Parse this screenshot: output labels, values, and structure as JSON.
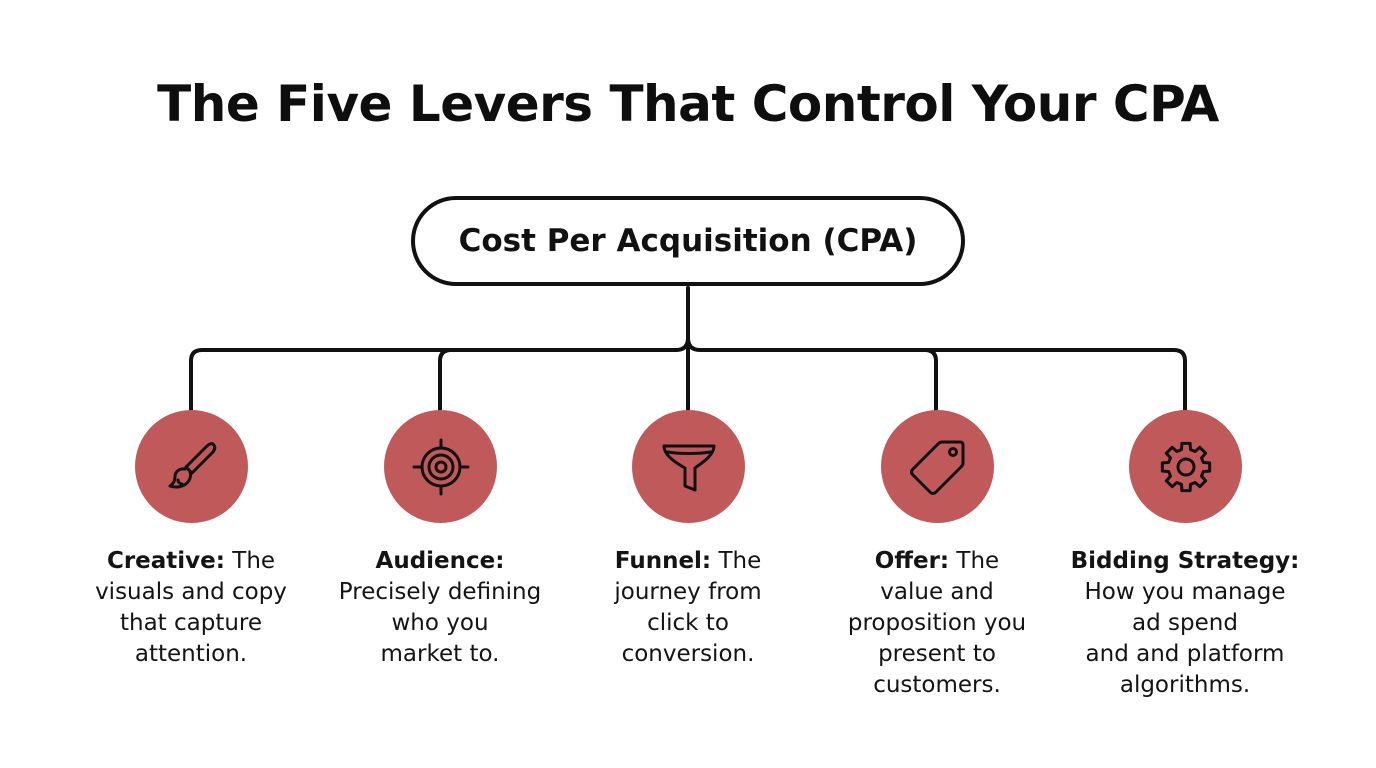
{
  "title": "The Five Levers That Control Your CPA",
  "root": {
    "label": "Cost Per Acquisition (CPA)"
  },
  "colors": {
    "circle_fill": "#c0595a",
    "line": "#111111",
    "icon_stroke": "#111111"
  },
  "levers": [
    {
      "icon": "paintbrush-icon",
      "term": "Creative:",
      "lines": [
        "The",
        "visuals and copy",
        "that capture",
        "attention."
      ]
    },
    {
      "icon": "target-icon",
      "term": "Audience:",
      "lines": [
        "",
        "Precisely defining",
        "who you",
        "market to."
      ]
    },
    {
      "icon": "funnel-icon",
      "term": "Funnel:",
      "lines": [
        "The",
        "journey from",
        "click to",
        "conversion."
      ]
    },
    {
      "icon": "price-tag-icon",
      "term": "Offer:",
      "lines": [
        "The",
        "value and",
        "proposition you",
        "present to",
        "customers."
      ]
    },
    {
      "icon": "gear-icon",
      "term": "Bidding Strategy:",
      "lines": [
        "",
        "How you manage",
        "ad spend",
        "and and platform",
        "algorithms."
      ]
    }
  ]
}
